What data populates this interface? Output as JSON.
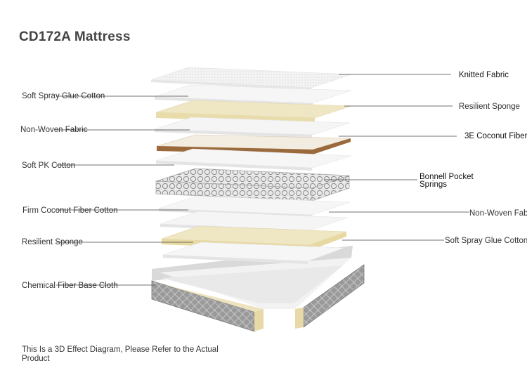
{
  "title": "CD172A Mattress",
  "labels_left": [
    "Soft Spray Glue Cotton",
    "Non-Woven Fabric",
    "Soft PK Cotton",
    "Firm Coconut Fiber Cotton",
    "Resilient Sponge",
    "Chemical Fiber Base Cloth"
  ],
  "labels_right": [
    "Knitted Fabric",
    "Resilient Sponge",
    "3E Coconut Fiber",
    "Bonnell Pocket Springs",
    "Non-Woven Fab",
    "Soft Spray Glue Cotton"
  ],
  "note": "This Is a 3D Effect Diagram, Please Refer to the Actual Product",
  "colors": {
    "white_layer": "#f4f4f4",
    "sponge": "#eee3bf",
    "coconut": "#9b6a3c",
    "spring": "#bdbdbd",
    "base_fabric": "#8f8f8f"
  }
}
